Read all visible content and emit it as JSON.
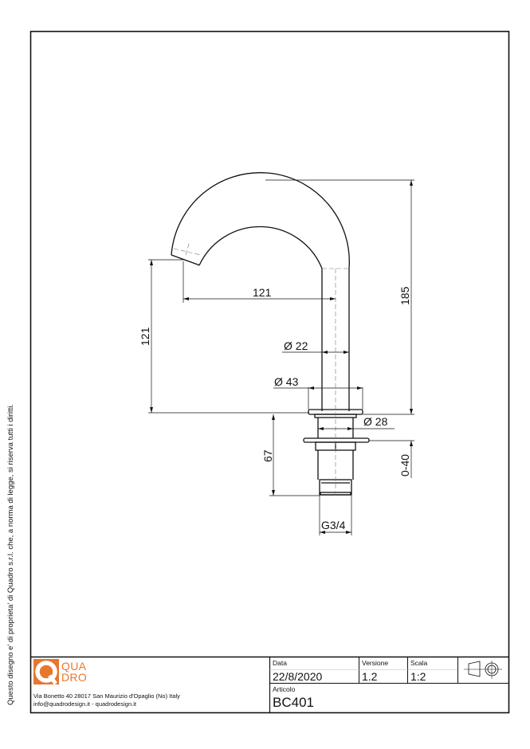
{
  "side_note": "Questo disegno e' di proprieta' di Quadro s.r.l. che, a norma di legge, si riserva tutti i diritti.",
  "company": {
    "logo_line1": "QUA",
    "logo_line2": "DRO",
    "logo_letter": "Q",
    "brand_color": "#e8772e",
    "address": "Via Bonetto 40  28017 San Maurizio d'Opaglio (No) Italy",
    "contact": "info@quadrodesign.it  -  quadrodesign.it"
  },
  "title_block": {
    "data_label": "Data",
    "data_value": "22/8/2020",
    "versione_label": "Versione",
    "versione_value": "1.2",
    "scala_label": "Scala",
    "scala_value": "1:2",
    "projection_icon": "first-angle-projection-icon",
    "articolo_label": "Articolo",
    "articolo_value": "BC401"
  },
  "dimensions": {
    "reach": "121",
    "spout_height": "121",
    "total_height": "185",
    "tube_diameter": "22",
    "flange_diameter": "43",
    "body_diameter": "28",
    "shank_length": "67",
    "deck_thickness": "0-40",
    "thread": "G3/4",
    "diameter_symbol": "Ø"
  }
}
